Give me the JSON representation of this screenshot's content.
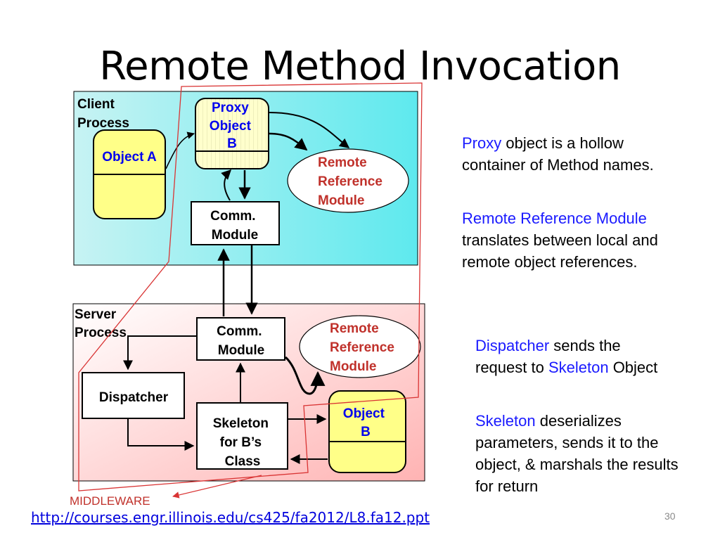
{
  "slide": {
    "title": "Remote Method Invocation",
    "page_number": "30",
    "link_text": "http://courses.engr.illinois.edu/cs425/fa2012/L8.fa12.ppt",
    "middleware_label": "MIDDLEWARE"
  },
  "diagram": {
    "client_process": [
      "Client",
      "Process"
    ],
    "server_process": [
      "Server",
      "Process"
    ],
    "object_a": "Object A",
    "proxy": [
      "Proxy",
      "Object",
      "B"
    ],
    "client_rrm": [
      "Remote",
      "Reference",
      "Module"
    ],
    "client_comm": [
      "Comm.",
      "Module"
    ],
    "server_comm": [
      "Comm.",
      "Module"
    ],
    "server_rrm": [
      "Remote",
      "Reference",
      "Module"
    ],
    "dispatcher": "Dispatcher",
    "skeleton": [
      "Skeleton",
      "for B’s",
      "Class"
    ],
    "object_b": [
      "Object",
      "B"
    ]
  },
  "notes": {
    "proxy": {
      "term": "Proxy",
      "rest": " object is a hollow container of Method names."
    },
    "rrm": {
      "term": "Remote Reference Module",
      "rest": " translates between local and remote object references."
    },
    "dispatcher": {
      "term": "Dispatcher",
      "mid": " sends the request to ",
      "term2": "Skeleton",
      "rest": " Object"
    },
    "skeleton": {
      "term": "Skeleton",
      "rest": " deserializes parameters, sends it to the object, & marshals the results for return"
    }
  },
  "colors": {
    "client_gradient": [
      "#bff0f0",
      "#5fe8ec"
    ],
    "server_gradient": [
      "#ffffff",
      "#ffb4b4"
    ],
    "yellow": "#ffff88",
    "highlight_blue": "#1a1aff",
    "middleware_red": "#d93434"
  }
}
